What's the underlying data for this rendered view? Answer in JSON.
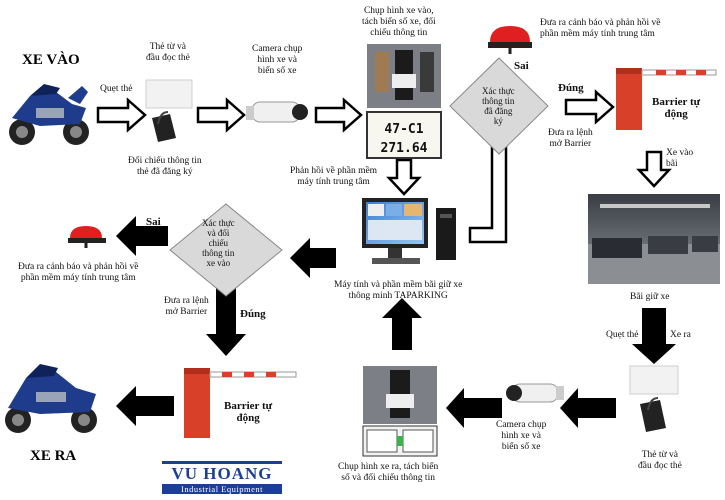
{
  "entry": {
    "title": "XE VÀO",
    "swipe_label": "Quẹt thẻ",
    "card_reader_label": "Thẻ từ và\nđầu đọc thẻ",
    "compare_label": "Đối chiếu thông tin\nthẻ đã đăng ký",
    "camera_label": "Camera chụp\nhình xe và\nbiển số xe",
    "capture_label": "Chụp hình xe vào,\ntách biển số xe, đối\nchiếu thông tin",
    "plate_top": "47-C1",
    "plate_bottom": "271.64",
    "feedback_label": "Phản hồi về phần mềm\nmáy tính trung tâm",
    "verify_label": "Xác thực\nthông tin\nđã đăng\nký",
    "no_label": "Sai",
    "yes_label": "Đúng",
    "alarm_label": "Đưa ra cảnh báo và phản hồi về\nphần mềm máy tính trung tâm",
    "barrier_cmd_label": "Đưa ra lệnh\nmở Barrier",
    "barrier_label": "Barrier tự\nđộng",
    "to_lot_label": "Xe vào\nbãi"
  },
  "center": {
    "software_label": "Máy tính và phần mềm bãi giữ xe\nthông minh TAPARKING"
  },
  "exit": {
    "title": "XE RA",
    "lot_label": "Bãi giữ xe",
    "swipe_label": "Quẹt thẻ",
    "exit_label": "Xe ra",
    "card_reader_label": "Thẻ từ và\nđầu đọc thẻ",
    "camera_label": "Camera chụp\nhình xe và\nbiển số xe",
    "capture_label": "Chụp hình xe ra, tách biển\nsố và đối chiếu thông tin",
    "verify_label": "Xác thực\nvà đối\nchiếu\nthông tin\nxe vào",
    "no_label": "Sai",
    "yes_label": "Đúng",
    "alarm_label": "Đưa ra cảnh báo và phản hồi về\nphần mềm máy tính trung tâm",
    "barrier_cmd_label": "Đưa ra lệnh\nmở Barrier",
    "barrier_label": "Barrier tự\nđộng"
  },
  "logo": {
    "brand": "VU HOANG",
    "tagline": "Industrial Equipment"
  },
  "colors": {
    "arrow_fill": "#000000",
    "hollow_arrow_fill": "#ffffff",
    "diamond_fill": "#d9d9d9",
    "barrier_red": "#d8402a",
    "alarm_red": "#e02020",
    "logo_blue": "#1c3f95",
    "moto_blue": "#1f3c8c"
  }
}
